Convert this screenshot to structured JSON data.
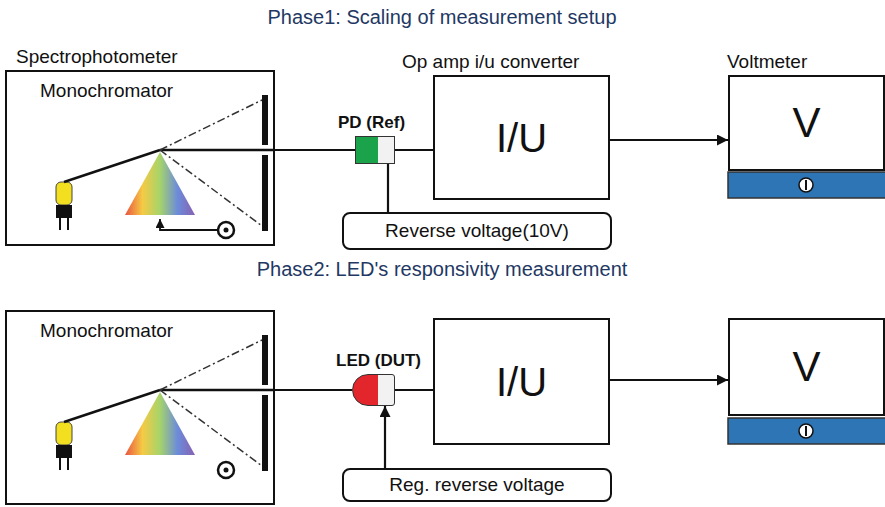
{
  "diagram": {
    "nodes": [
      {
        "text": [
          "Spectrophotometer",
          "Monochromator"
        ]
      },
      {
        "text": [
          "PD (Ref)"
        ]
      },
      {
        "text": [
          "Op amp i/u converter",
          "I/U"
        ]
      },
      {
        "text": [
          "Voltmeter",
          "V"
        ]
      },
      {
        "text": [
          "Reverse voltage(10V)"
        ]
      },
      {
        "text": [
          "Monochromator"
        ]
      },
      {
        "text": [
          "LED (DUT)"
        ]
      },
      {
        "text": [
          "I/U"
        ]
      },
      {
        "text": [
          "V"
        ]
      },
      {
        "text": [
          "Reg. reverse voltage"
        ]
      }
    ],
    "edges": [
      {
        "from": 0,
        "to": 1,
        "arrow": "none"
      },
      {
        "from": 1,
        "to": 2,
        "arrow": "none"
      },
      {
        "from": 2,
        "to": 3,
        "arrow": "to"
      },
      {
        "from": 4,
        "to": 1,
        "arrow": "none"
      },
      {
        "from": 5,
        "to": 6,
        "arrow": "none"
      },
      {
        "from": 6,
        "to": 7,
        "arrow": "none"
      },
      {
        "from": 7,
        "to": 8,
        "arrow": "to"
      },
      {
        "from": 9,
        "to": 6,
        "arrow": "to"
      }
    ],
    "labels": [
      "Phase1: Scaling of measurement setup",
      "Phase2: LED's responsivity measurement"
    ]
  }
}
